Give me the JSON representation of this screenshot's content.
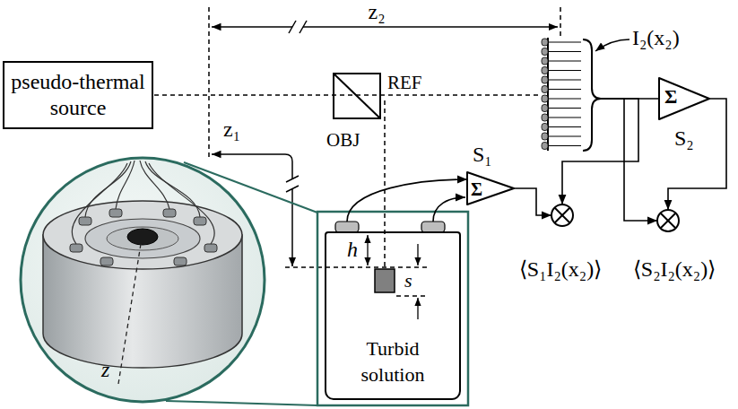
{
  "diagram": {
    "nodes": [
      {
        "text": [
          "pseudo-thermal source"
        ]
      },
      {
        "text": [
          "I₂(x₂)"
        ]
      },
      {
        "text": [
          "Σ",
          "S₂"
        ]
      },
      {
        "text": [
          "Σ",
          "S₁"
        ]
      },
      {
        "text": [
          "Turbid solution"
        ]
      },
      {
        "text": [
          "⟨S₁I₂(x₂)⟩"
        ]
      },
      {
        "text": [
          "⟨S₂I₂(x₂)⟩"
        ]
      }
    ],
    "edges": [
      {
        "from": 1,
        "to": 2,
        "arrow": "none"
      },
      {
        "from": 1,
        "to": 5,
        "arrow": "to"
      },
      {
        "from": 1,
        "to": 6,
        "arrow": "to"
      },
      {
        "from": 2,
        "to": 6,
        "arrow": "to"
      },
      {
        "from": 4,
        "to": 3,
        "arrow": "to"
      },
      {
        "from": 3,
        "to": 5,
        "arrow": "to"
      }
    ],
    "labels": [
      "z₂",
      "REF",
      "OBJ",
      "z₁",
      "h",
      "s",
      "z"
    ]
  }
}
